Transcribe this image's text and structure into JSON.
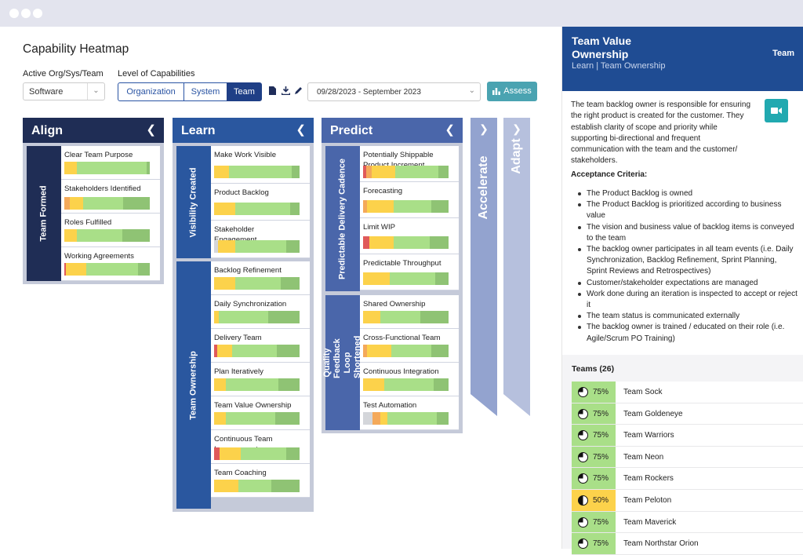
{
  "page_title": "Capability Heatmap",
  "filters": {
    "org_label": "Active Org/Sys/Team",
    "org_value": "Software",
    "level_label": "Level of Capabilities",
    "levels": [
      "Organization",
      "System",
      "Team"
    ],
    "active_level": "Team",
    "date_range": "09/28/2023 - September 2023",
    "assess_label": "Assess"
  },
  "colors": {
    "red": "#e05a5a",
    "orange": "#f4a95a",
    "yellow": "#fcd24b",
    "lightgreen": "#a9df88",
    "green": "#8fc374",
    "gray": "#d4d6da",
    "align": "#1f2d55",
    "learn": "#2a579f",
    "predict": "#4a66aa",
    "collapsed": "#93a3cf"
  },
  "pillars": {
    "align": {
      "name": "Align"
    },
    "learn": {
      "name": "Learn"
    },
    "predict": {
      "name": "Predict"
    },
    "accelerate": {
      "name": "Accelerate"
    },
    "adapt": {
      "name": "Adapt"
    }
  },
  "groups": {
    "team_formed": {
      "label": "Team Formed",
      "caps": [
        {
          "name": "Clear Team Purpose",
          "segs": [
            [
              "yellow",
              13
            ],
            [
              "lightgreen",
              74
            ],
            [
              "green",
              3
            ]
          ]
        },
        {
          "name": "Stakeholders Identified",
          "segs": [
            [
              "orange",
              6
            ],
            [
              "yellow",
              14
            ],
            [
              "lightgreen",
              42
            ],
            [
              "green",
              28
            ]
          ]
        },
        {
          "name": "Roles Fulfilled",
          "segs": [
            [
              "yellow",
              13
            ],
            [
              "lightgreen",
              48
            ],
            [
              "green",
              29
            ]
          ]
        },
        {
          "name": "Working Agreements",
          "segs": [
            [
              "red",
              2
            ],
            [
              "yellow",
              21
            ],
            [
              "lightgreen",
              55
            ],
            [
              "green",
              12
            ]
          ]
        }
      ]
    },
    "visibility_created": {
      "label": "Visibility Created",
      "caps": [
        {
          "name": "Make Work Visible",
          "segs": [
            [
              "yellow",
              16
            ],
            [
              "lightgreen",
              66
            ],
            [
              "green",
              8
            ]
          ]
        },
        {
          "name": "Product Backlog",
          "segs": [
            [
              "yellow",
              22
            ],
            [
              "lightgreen",
              58
            ],
            [
              "green",
              10
            ]
          ]
        },
        {
          "name": "Stakeholder Engagement",
          "segs": [
            [
              "gray",
              4
            ],
            [
              "yellow",
              18
            ],
            [
              "lightgreen",
              54
            ],
            [
              "green",
              14
            ]
          ]
        }
      ]
    },
    "team_ownership": {
      "label": "Team Ownership",
      "caps": [
        {
          "name": "Backlog Refinement",
          "segs": [
            [
              "yellow",
              22
            ],
            [
              "lightgreen",
              48
            ],
            [
              "green",
              20
            ]
          ]
        },
        {
          "name": "Daily Synchronization",
          "segs": [
            [
              "yellow",
              5
            ],
            [
              "lightgreen",
              52
            ],
            [
              "green",
              33
            ]
          ]
        },
        {
          "name": "Delivery Team",
          "segs": [
            [
              "red",
              3
            ],
            [
              "yellow",
              16
            ],
            [
              "lightgreen",
              47
            ],
            [
              "green",
              24
            ]
          ]
        },
        {
          "name": "Plan Iteratively",
          "segs": [
            [
              "yellow",
              12
            ],
            [
              "lightgreen",
              56
            ],
            [
              "green",
              22
            ]
          ]
        },
        {
          "name": "Team Value Ownership",
          "segs": [
            [
              "yellow",
              12
            ],
            [
              "lightgreen",
              52
            ],
            [
              "green",
              26
            ]
          ]
        },
        {
          "name": "Continuous Team Improvement",
          "segs": [
            [
              "red",
              6
            ],
            [
              "yellow",
              22
            ],
            [
              "lightgreen",
              48
            ],
            [
              "green",
              14
            ]
          ]
        },
        {
          "name": "Team Coaching",
          "segs": [
            [
              "yellow",
              26
            ],
            [
              "lightgreen",
              34
            ],
            [
              "green",
              30
            ]
          ]
        }
      ]
    },
    "predictable_delivery": {
      "label": "Predictable Delivery Cadence",
      "caps": [
        {
          "name": "Potentially Shippable Product Increment",
          "segs": [
            [
              "red",
              3
            ],
            [
              "orange",
              6
            ],
            [
              "yellow",
              25
            ],
            [
              "lightgreen",
              45
            ],
            [
              "green",
              11
            ]
          ]
        },
        {
          "name": "Forecasting",
          "segs": [
            [
              "orange",
              4
            ],
            [
              "yellow",
              28
            ],
            [
              "lightgreen",
              40
            ],
            [
              "green",
              18
            ]
          ]
        },
        {
          "name": "Limit WIP",
          "segs": [
            [
              "red",
              7
            ],
            [
              "yellow",
              25
            ],
            [
              "lightgreen",
              38
            ],
            [
              "green",
              20
            ]
          ]
        },
        {
          "name": "Predictable Throughput",
          "segs": [
            [
              "yellow",
              28
            ],
            [
              "lightgreen",
              48
            ],
            [
              "green",
              14
            ]
          ]
        }
      ]
    },
    "quality_feedback": {
      "label": "Quality Feedback Loop Shortened",
      "caps": [
        {
          "name": "Shared Ownership",
          "segs": [
            [
              "yellow",
              18
            ],
            [
              "lightgreen",
              42
            ],
            [
              "green",
              30
            ]
          ]
        },
        {
          "name": "Cross-Functional Team",
          "segs": [
            [
              "orange",
              4
            ],
            [
              "yellow",
              26
            ],
            [
              "lightgreen",
              42
            ],
            [
              "green",
              18
            ]
          ]
        },
        {
          "name": "Continuous Integration",
          "segs": [
            [
              "yellow",
              22
            ],
            [
              "lightgreen",
              52
            ],
            [
              "green",
              16
            ]
          ]
        },
        {
          "name": "Test Automation",
          "segs": [
            [
              "gray",
              10
            ],
            [
              "orange",
              8
            ],
            [
              "yellow",
              8
            ],
            [
              "lightgreen",
              52
            ],
            [
              "green",
              12
            ]
          ]
        }
      ]
    }
  },
  "detail": {
    "title": "Team Value Ownership",
    "level": "Team",
    "breadcrumb": "Learn | Team Ownership",
    "description": "The team backlog owner is responsible for ensuring the right product is created for the customer. They establish clarity of scope and priority while supporting bi-directional and frequent communication with the team and the customer/ stakeholders.",
    "criteria_title": "Acceptance Criteria:",
    "criteria": [
      "The Product Backlog is owned",
      "The Product Backlog is prioritized according to business value",
      "The vision and business value of backlog items is conveyed to the team",
      "The backlog owner participates in all team events (i.e. Daily Synchronization, Backlog Refinement, Sprint Planning, Sprint Reviews and Retrospectives)",
      "Customer/stakeholder expectations are managed",
      "Work done during an iteration is inspected to accept or reject it",
      "The team status is communicated externally",
      "The backlog owner is trained / educated on their role (i.e. Agile/Scrum PO Training)"
    ],
    "teams_title": "Teams (26)",
    "teams": [
      {
        "pct": "75%",
        "value": 0.75,
        "color": "#a9df88",
        "name": "Team Sock"
      },
      {
        "pct": "75%",
        "value": 0.75,
        "color": "#a9df88",
        "name": "Team Goldeneye"
      },
      {
        "pct": "75%",
        "value": 0.75,
        "color": "#a9df88",
        "name": "Team Warriors"
      },
      {
        "pct": "75%",
        "value": 0.75,
        "color": "#a9df88",
        "name": "Team Neon"
      },
      {
        "pct": "75%",
        "value": 0.75,
        "color": "#a9df88",
        "name": "Team Rockers"
      },
      {
        "pct": "50%",
        "value": 0.5,
        "color": "#fcd24b",
        "name": "Team Peloton"
      },
      {
        "pct": "75%",
        "value": 0.75,
        "color": "#a9df88",
        "name": "Team Maverick"
      },
      {
        "pct": "75%",
        "value": 0.75,
        "color": "#a9df88",
        "name": "Team Northstar Orion"
      }
    ]
  }
}
